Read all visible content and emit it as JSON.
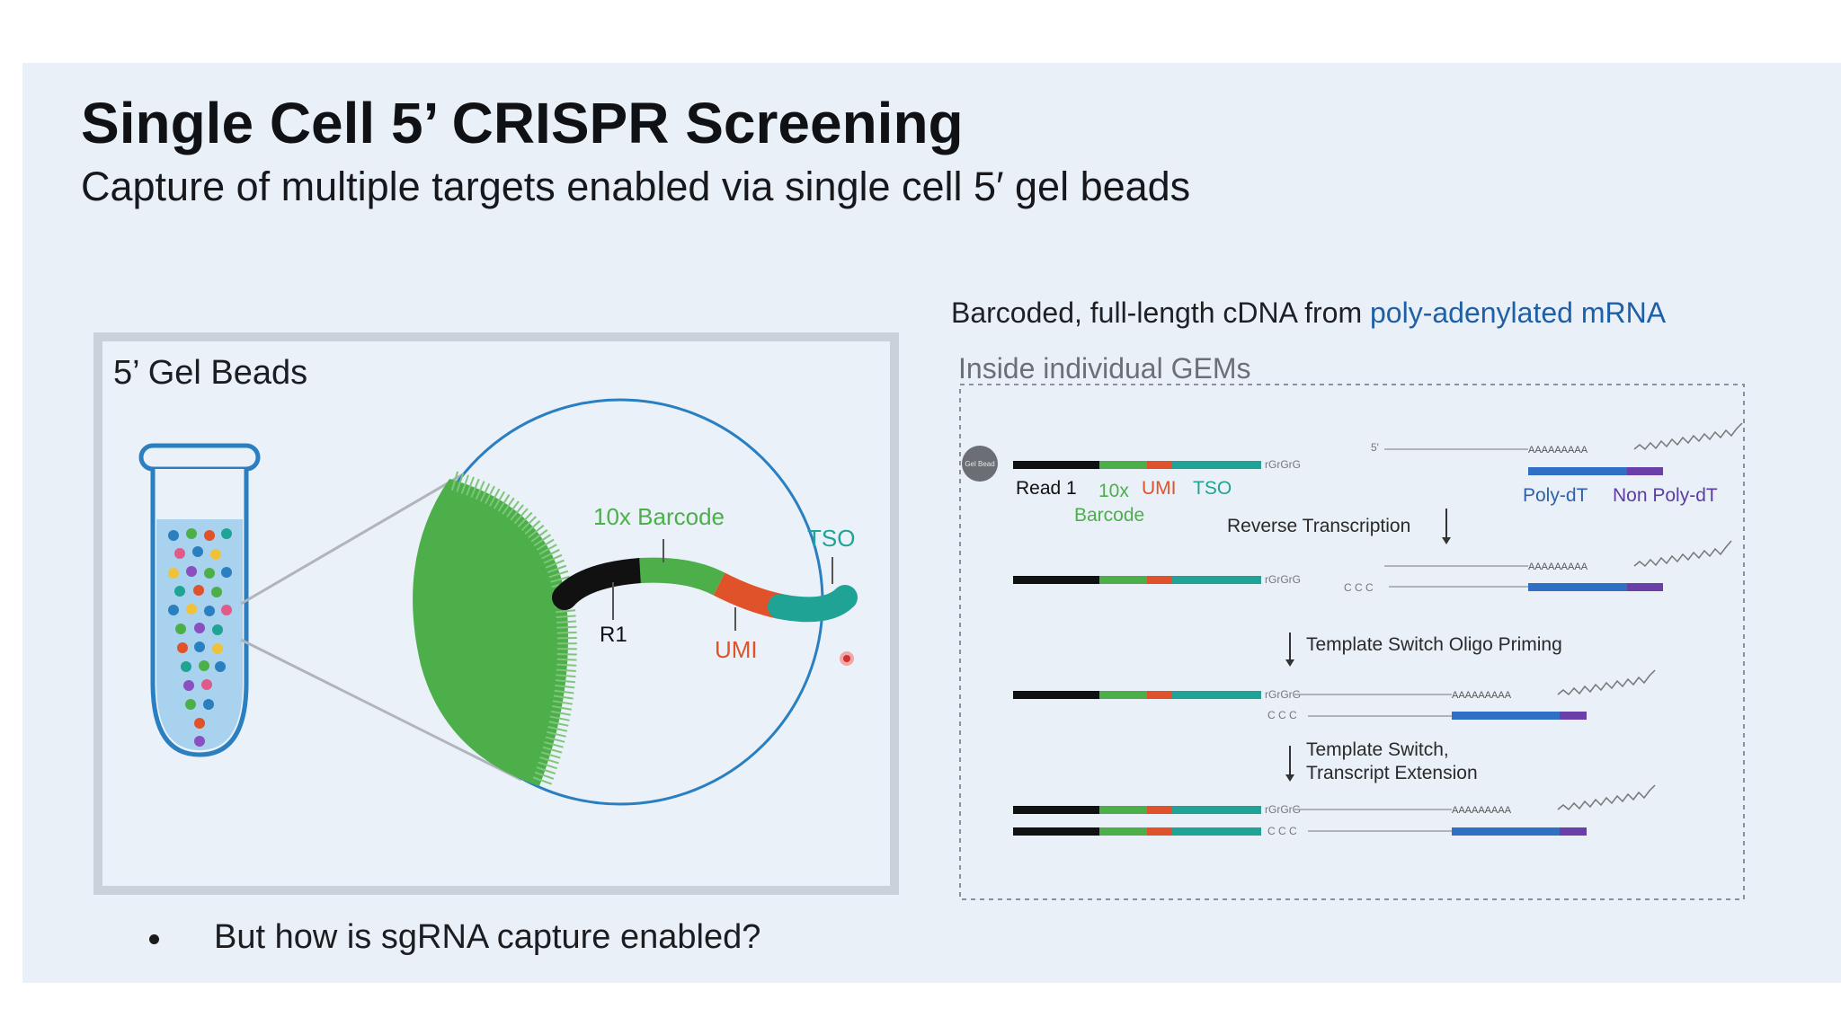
{
  "slide": {
    "title": "Single Cell 5’ CRISPR Screening",
    "subtitle": "Capture of multiple targets enabled via single cell 5′ gel beads",
    "bullet": "But how is sgRNA capture enabled?"
  },
  "left_panel": {
    "title": "5’ Gel Beads",
    "labels": {
      "barcode": "10x Barcode",
      "tso": "TSO",
      "r1": "R1",
      "umi": "UMI"
    }
  },
  "right_panel": {
    "header_prefix": "Barcoded, full-length cDNA from ",
    "header_highlight": "poly-adenylated mRNA",
    "gem_label": "Inside individual GEMs",
    "bead_label": "Gel Bead",
    "read1": "Read 1",
    "tenx": "10x",
    "barcode": "Barcode",
    "umi": "UMI",
    "tso": "TSO",
    "ggg": "rGrGrG",
    "ccc": "C C C",
    "five_prime": "5'",
    "polya": "AAAAAAAAA",
    "polydt": "Poly-dT",
    "nonpolydt": "Non Poly-dT",
    "step1": "Reverse Transcription",
    "step2": "Template Switch Oligo Priming",
    "step3_line1": "Template Switch,",
    "step3_line2": "Transcript Extension"
  },
  "colors": {
    "black_segment": "#111111",
    "green_segment": "#4caf4a",
    "red_segment": "#e0522a",
    "teal_segment": "#1fa394",
    "blue_segment": "#2f6fc4",
    "purple_segment": "#6a3fa8",
    "barcode_label": "#4caf4a",
    "umi_label": "#e0522a",
    "tso_label": "#1fa394",
    "polydt_label": "#2f62a8",
    "nonpolydt_label": "#5b3ea0"
  }
}
